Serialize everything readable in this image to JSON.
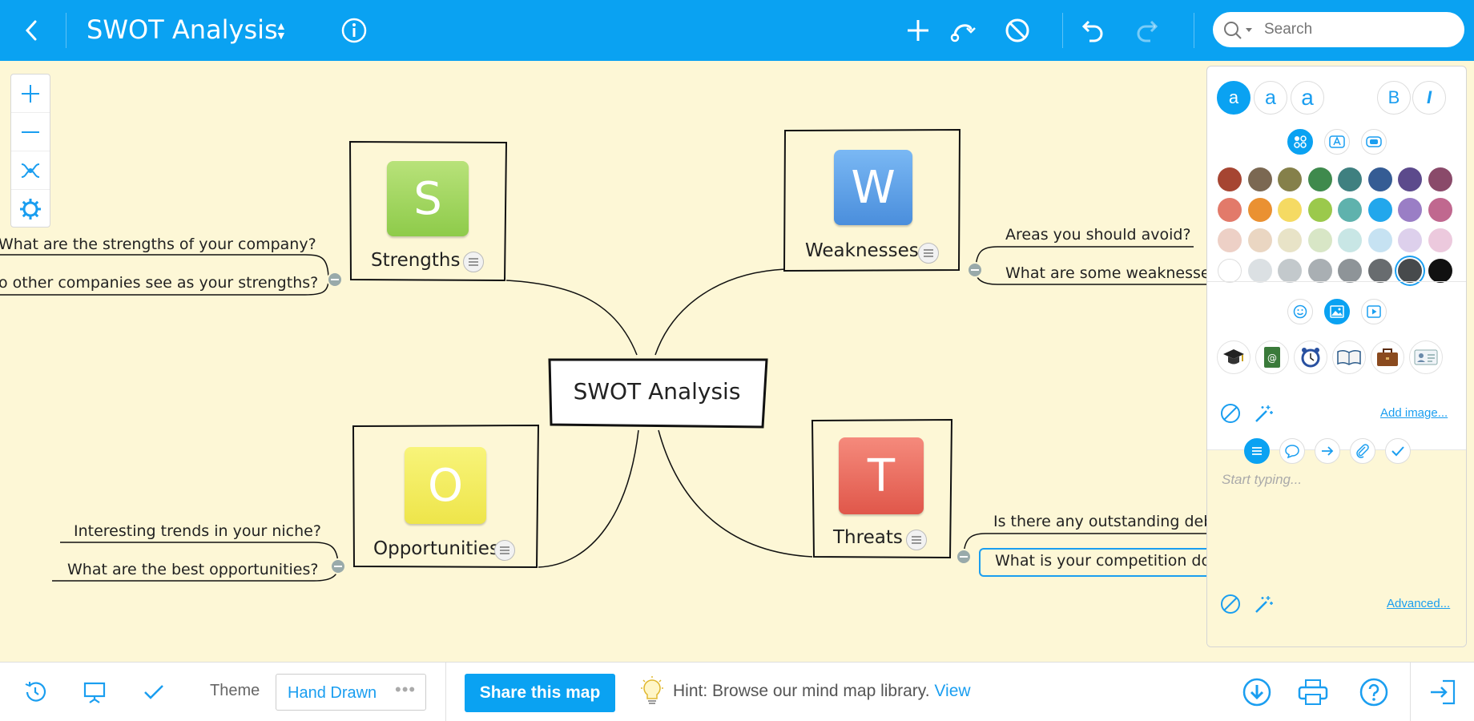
{
  "topbar": {
    "title": "SWOT Analysis",
    "search_placeholder": "Search"
  },
  "map": {
    "central": "SWOT Analysis",
    "strengths": {
      "letter": "S",
      "label": "Strengths",
      "color": "#9ed35a",
      "children": [
        "What are the strengths of your company?",
        "o other companies see as your strengths?"
      ]
    },
    "weaknesses": {
      "letter": "W",
      "label": "Weaknesses",
      "color": "#5a9ee8",
      "children": [
        "Areas you should avoid?",
        "What are some weaknesses"
      ]
    },
    "opportunities": {
      "letter": "O",
      "label": "Opportunities",
      "color": "#f5f05a",
      "children": [
        "Interesting trends in your niche?",
        "What are the best opportunities?"
      ]
    },
    "threats": {
      "letter": "T",
      "label": "Threats",
      "color": "#ee6a5c",
      "children": [
        "Is there any outstanding debt",
        "What is your competition doir"
      ]
    }
  },
  "panel": {
    "format": {
      "size_small": "a",
      "size_medium": "a",
      "size_large": "a",
      "bold": "B",
      "italic": "I"
    },
    "palette": [
      [
        "#a64532",
        "#7b6852",
        "#85804a",
        "#3f8a4d",
        "#3f8080",
        "#355c94",
        "#5c4a8c",
        "#8a4a6a"
      ],
      [
        "#e27a6a",
        "#ea9132",
        "#f5da63",
        "#9bc94c",
        "#5fb2ad",
        "#22a7ec",
        "#9a7ec5",
        "#c0688f"
      ],
      [
        "#edd0c6",
        "#ead6c2",
        "#e8e3c7",
        "#d8e6c6",
        "#c8e6e5",
        "#c6e2f2",
        "#ddd0ec",
        "#ecc9dd"
      ],
      [
        "#ffffff",
        "#dbe0e3",
        "#c3c9cc",
        "#a9afb3",
        "#8e9498",
        "#686c6f",
        "#474a4c",
        "#111111"
      ]
    ],
    "selected_color": "#474a4c",
    "add_image": "Add image...",
    "notes_placeholder": "Start typing...",
    "advanced": "Advanced..."
  },
  "bottombar": {
    "theme_label": "Theme",
    "theme_value": "Hand Drawn",
    "share": "Share this map",
    "hint": "Hint: Browse our mind map library.",
    "hint_link": "View"
  }
}
